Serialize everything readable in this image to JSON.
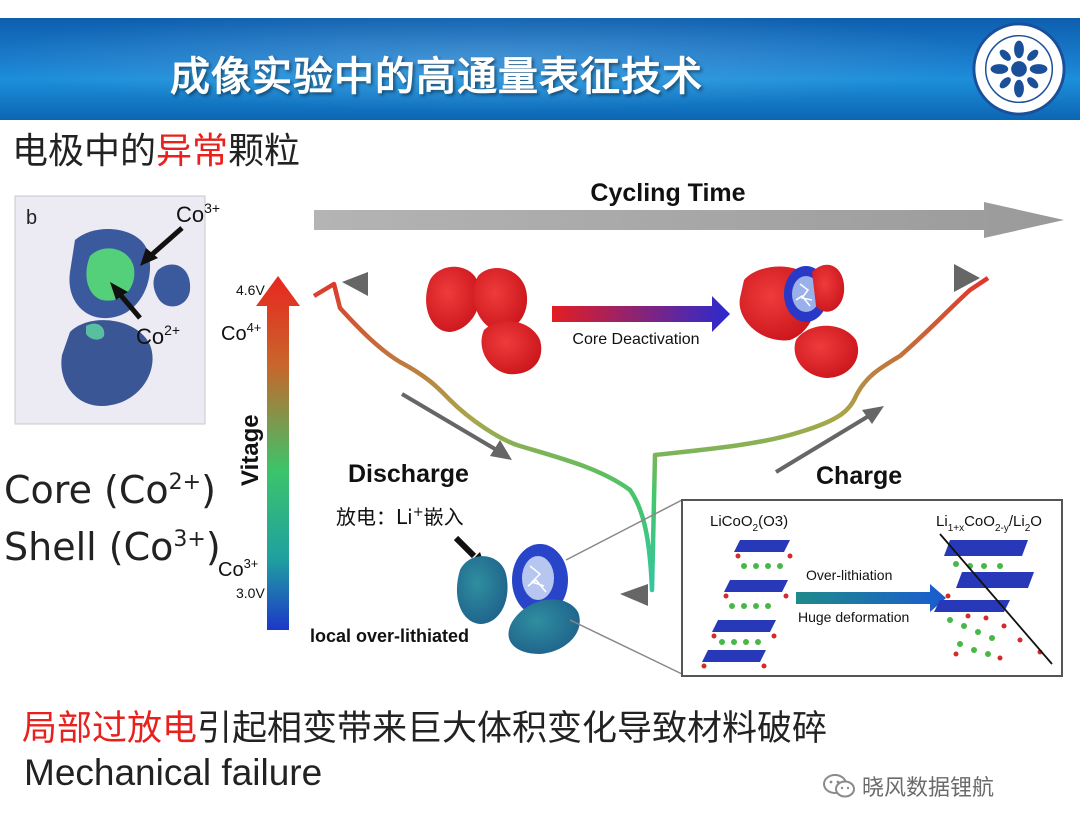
{
  "header": {
    "title": "成像实验中的高通量表征技术",
    "logo_icon": "cas-emblem"
  },
  "subtitle": {
    "prefix": "电极中的",
    "highlight": "异常",
    "suffix": "颗粒"
  },
  "panel_b": {
    "label": "b",
    "co3_label": "Co",
    "co3_sup": "3+",
    "co2_label": "Co",
    "co2_sup": "2+"
  },
  "legend_text": {
    "core": "Core (Co",
    "core_sup": "2+",
    "core_close": ")",
    "shell": "Shell (Co",
    "shell_sup": "3+",
    "shell_close": ")"
  },
  "diagram": {
    "cycling_time": "Cycling Time",
    "v_high": "4.6V",
    "co4": "Co",
    "co4_sup": "4+",
    "vitage": "Vitage",
    "co3": "Co",
    "co3_sup": "3+",
    "v_low": "3.0V",
    "core_deactivation": "Core Deactivation",
    "discharge": "Discharge",
    "discharge_cn": "放电：Li",
    "discharge_cn_sup": "+",
    "discharge_cn_tail": "嵌入",
    "charge": "Charge",
    "local_over": "local over-lithiated",
    "inset_left": "LiCoO",
    "inset_left_sub": "2",
    "inset_left_tail": "(O3)",
    "inset_right_a": "Li",
    "inset_right_sub1": "1+x",
    "inset_right_b": "CoO",
    "inset_right_sub2": "2-y",
    "inset_right_c": "/Li",
    "inset_right_sub3": "2",
    "inset_right_d": "O",
    "over_lithiation": "Over-lithiation",
    "huge_deformation": "Huge deformation"
  },
  "bottom": {
    "highlight": "局部过放电",
    "rest": "引起相变带来巨大体积变化导致材料破碎",
    "english": "Mechanical failure"
  },
  "watermark": {
    "icon": "wechat-icon",
    "text": "晓风数据锂航"
  },
  "colors": {
    "banner": "#1677c7",
    "accent_red": "#e8211d",
    "voltage_top": "#e8261f",
    "voltage_mid": "#3cc46a",
    "voltage_bottom": "#1d37c9"
  }
}
